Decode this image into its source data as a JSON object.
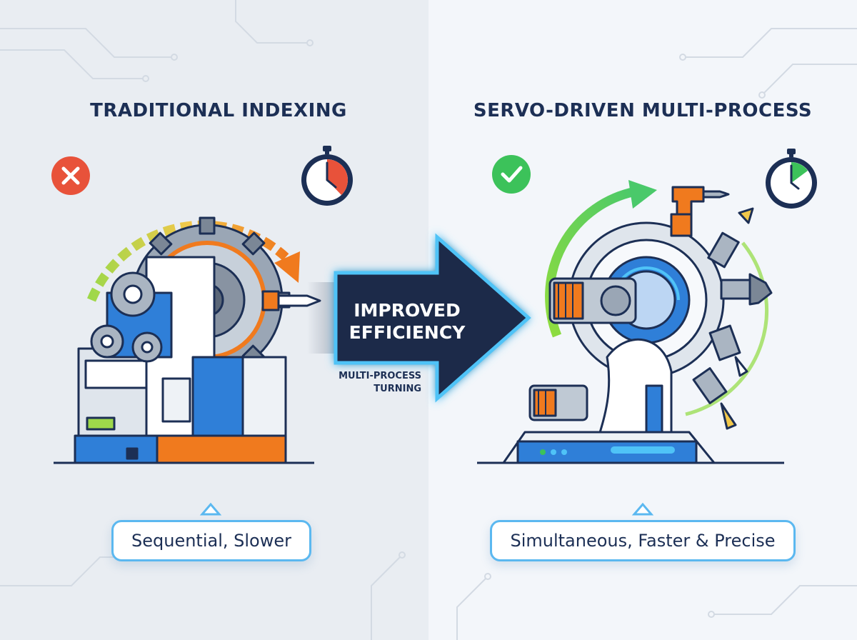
{
  "left": {
    "title": "TRADITIONAL INDEXING",
    "status_icon": "x-icon",
    "timer_icon": "stopwatch-icon",
    "caption": "Sequential, Slower",
    "accent": "#f07a1e",
    "status_color": "#e8523a"
  },
  "right": {
    "title": "SERVO-DRIVEN MULTI-PROCESS",
    "status_icon": "check-icon",
    "timer_icon": "stopwatch-icon",
    "caption": "Simultaneous, Faster & Precise",
    "accent": "#2f7fd8",
    "status_color": "#3cc25a"
  },
  "arrow": {
    "line1": "IMPROVED",
    "line2": "EFFICIENCY",
    "sub_line1": "MULTI-PROCESS",
    "sub_line2": "TURNING",
    "color": "#1b2a48",
    "glow": "#4fc3f7"
  }
}
